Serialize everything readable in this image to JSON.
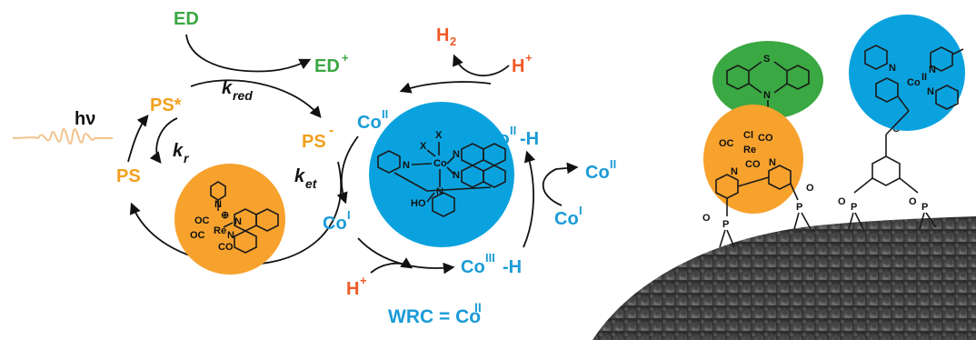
{
  "colors": {
    "green": "#3aa843",
    "orange": "#f7a22d",
    "orange_text": "#f2a01e",
    "red_orange": "#f05a28",
    "blue": "#1a9bd7",
    "blue_fill": "#0aa2de",
    "dark": "#111111"
  },
  "cycle": {
    "ed": "ED",
    "ed_plus": "ED",
    "plus": "+",
    "k_red_main": "k",
    "k_red_sub": "red",
    "hv": "hν",
    "ps_star": "PS*",
    "k_r_main": "k",
    "k_r_sub": "r",
    "ps": "PS",
    "ps_minus": "PS",
    "minus": "-",
    "k_et_main": "k",
    "k_et_sub": "et"
  },
  "cobalt": {
    "h2": "H",
    "h2_sub": "2",
    "h_plus_top": "H",
    "plus": "+",
    "co": "Co",
    "ii": "II",
    "i": "I",
    "iii": "III",
    "hyd": "-H",
    "co_right": "Co",
    "co_i_right": "Co",
    "h_plus_bottom": "H"
  },
  "wrc": {
    "text": "WRC = Co",
    "sup": "II"
  },
  "re_complex": {
    "n": "N",
    "n_plus": "⊕",
    "re": "Re",
    "oc1": "OC",
    "oc2": "OC",
    "co": "CO",
    "n2": "N",
    "n3": "N"
  },
  "co_complex": {
    "x1": "X",
    "x2": "X",
    "co": "Co",
    "n1": "N",
    "n2": "N",
    "n3": "N",
    "n4": "N",
    "ho": "HO"
  },
  "surface_chem": {
    "s": "S",
    "n_pheno": "N",
    "oc": "OC",
    "cl": "Cl",
    "co1": "CO",
    "re": "Re",
    "co2": "CO",
    "n_a": "N",
    "n_b": "N",
    "co_ii": "Co",
    "co_ii_sup": "II",
    "n_c": "N",
    "n_d": "N",
    "n_e": "N",
    "o": "O",
    "p": "P"
  }
}
